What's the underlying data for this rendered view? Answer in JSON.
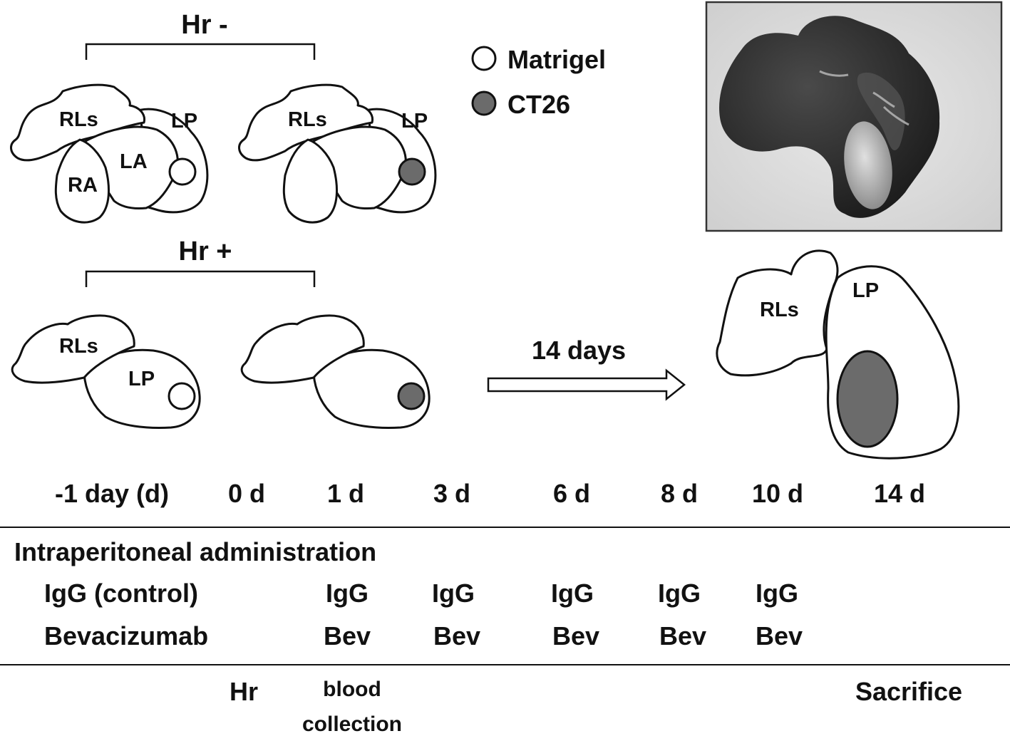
{
  "groups": {
    "hr_minus": "Hr -",
    "hr_plus": "Hr +"
  },
  "legend": {
    "matrigel": "Matrigel",
    "ct26": "CT26",
    "matrigel_color": "#ffffff",
    "ct26_color": "#6b6b6b"
  },
  "lobes": {
    "rls": "RLs",
    "lp": "LP",
    "la": "LA",
    "ra": "RA"
  },
  "arrow_label": "14 days",
  "timeline": [
    "-1 day (d)",
    "0 d",
    "1 d",
    "3 d",
    "6 d",
    "8 d",
    "10 d",
    "14 d"
  ],
  "administration": {
    "heading": "Intraperitoneal administration",
    "rows": [
      {
        "label": "IgG (control)",
        "doses": [
          "IgG",
          "IgG",
          "IgG",
          "IgG",
          "IgG"
        ]
      },
      {
        "label": "Bevacizumab",
        "doses": [
          "Bev",
          "Bev",
          "Bev",
          "Bev",
          "Bev"
        ]
      }
    ]
  },
  "events": {
    "hr": "Hr",
    "blood_1": "blood",
    "blood_2": "collection",
    "sacrifice": "Sacrifice"
  }
}
